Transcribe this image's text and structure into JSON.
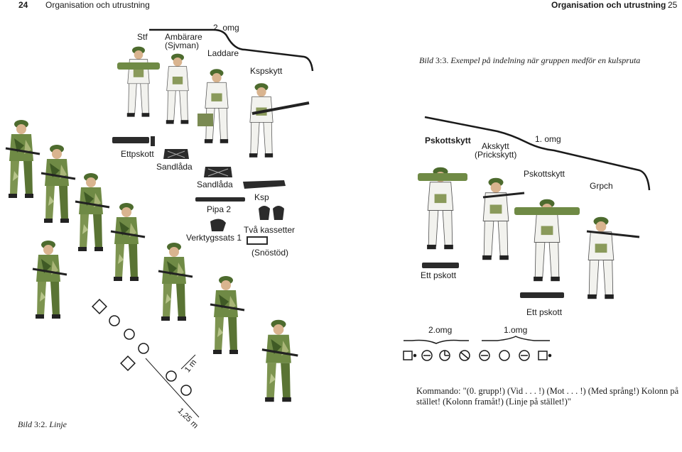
{
  "header": {
    "left_page_number": "24",
    "left_running_title": "Organisation och utrustning",
    "right_running_title": "Organisation och utrustning",
    "right_page_number": "25"
  },
  "top_figure": {
    "labels": {
      "stf": "Stf",
      "ambarare": "Ambärare",
      "sjvman": "(Sjvman)",
      "omg2": "2. omg",
      "laddare": "Laddare",
      "kspskytt": "Kspskytt",
      "ettpskott": "Ettpskott",
      "sandlada1": "Sandlåda",
      "sandlada2": "Sandlåda",
      "ksp": "Ksp",
      "pipa2": "Pipa 2",
      "tva_kassetter": "Två kassetter",
      "verktygssats": "Verktygssats 1",
      "snostod": "(Snöstöd)"
    }
  },
  "right_figure": {
    "caption_label": "Bild",
    "caption_number": "3:3.",
    "caption_text": "Exempel på indelning när gruppen medför en kulspruta",
    "labels": {
      "pskottskytt_top": "Pskottskytt",
      "akskytt": "Akskytt",
      "prickskytt": "(Prickskytt)",
      "omg1": "1. omg",
      "pskottskytt": "Pskottskytt",
      "grpch": "Grpch",
      "ett_pskott_1": "Ett pskott",
      "ett_pskott_2": "Ett pskott"
    },
    "symbols": {
      "omg2": "2.omg",
      "omg1": "1.omg"
    },
    "command": {
      "line1": "Kommando: \"(0. grupp!) (Vid . . . !) (Mot . . . !) (Med språng!) Kolonn på",
      "line2": "stället! (Kolonn framåt!) (Linje på stället!)\""
    }
  },
  "left_figure": {
    "distance_1m": "1 m",
    "distance_125m": "1,25 m",
    "caption_label": "Bild",
    "caption_number": "3:2.",
    "caption_text": "Linje"
  },
  "colors": {
    "camo_dark": "#4d6b2e",
    "camo_light": "#b7c48a",
    "snow_white": "#f2f2ee",
    "ink": "#1a1a1a"
  }
}
